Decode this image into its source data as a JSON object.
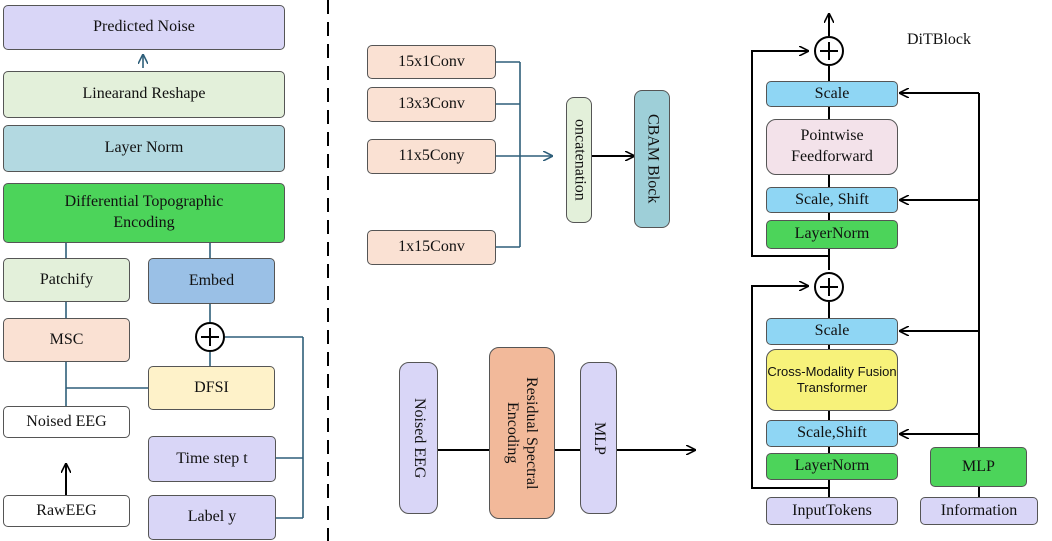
{
  "left": {
    "predicted_noise": "Predicted Noise",
    "linear_reshape": "Linearand Reshape",
    "layer_norm": "Layer Norm",
    "dte": "Differential Topographic Encoding",
    "patchify": "Patchify",
    "embed": "Embed",
    "msc": "MSC",
    "dfsi": "DFSI",
    "noised_eeg": "Noised EEG",
    "time_step": "Time step t",
    "raw_eeg": "RawEEG",
    "label_y": "Label y"
  },
  "msc_panel": {
    "conv1": "15x1Conv",
    "conv2": "13x3Conv",
    "conv3": "11x5Cony",
    "conv4": "1x15Conv",
    "concat": "oncatenation",
    "cbam": "CBAM Block"
  },
  "res_panel": {
    "noised_eeg": "Noised EEG",
    "residual": "Residual Spectral Encoding",
    "mlp": "MLP"
  },
  "dit": {
    "title": "DiTBlock",
    "scale_top": "Scale",
    "pointwise": "Pointwise Feedforward",
    "scale_shift_top": "Scale, Shift",
    "layernorm_top": "LayerNorm",
    "scale_bottom": "Scale",
    "cross_modality": "Cross-Modality Fusion Transformer",
    "scale_shift_bottom": "Scale,Shift",
    "layernorm_bottom": "LayerNorm",
    "mlp": "MLP",
    "input_tokens": "InputTokens",
    "information": "Information"
  },
  "colors": {
    "lavender": "#d9d6f7",
    "light_green": "#e3f0da",
    "teal_blue": "#b3d9e1",
    "bright_green": "#4cd45a",
    "steel_blue": "#9ac0e6",
    "peach": "#fae1d3",
    "light_yellow": "#fef2c9",
    "pink_panel": "#f1cdec",
    "blue_panel": "#d0ecf5",
    "green_panel": "#d8efcf",
    "sky": "#8fd6f4",
    "yellow": "#f7f27a",
    "orange": "#f2b99a"
  }
}
